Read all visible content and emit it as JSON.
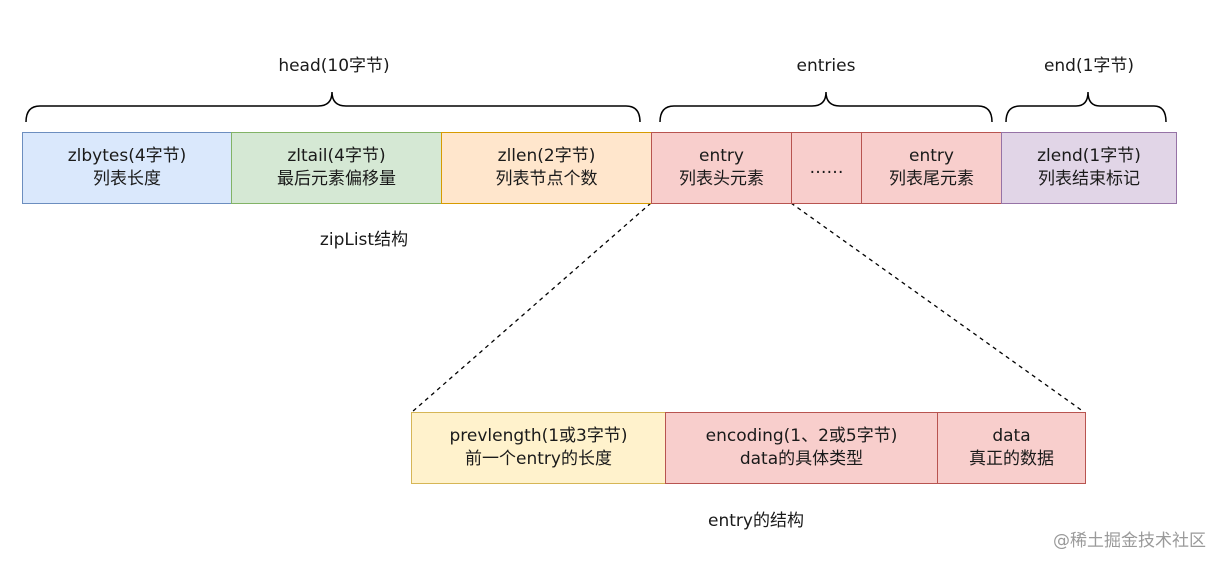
{
  "diagram": {
    "groups": {
      "head": "head(10字节)",
      "entries": "entries",
      "end": "end(1字节)"
    },
    "zipList": {
      "caption": "zipList结构",
      "cells": [
        {
          "line1": "zlbytes(4字节)",
          "line2": "列表长度",
          "fill": "#dae8fc",
          "stroke": "#6c8ebf"
        },
        {
          "line1": "zltail(4字节)",
          "line2": "最后元素偏移量",
          "fill": "#d5e8d4",
          "stroke": "#82b366"
        },
        {
          "line1": "zllen(2字节)",
          "line2": "列表节点个数",
          "fill": "#ffe6cc",
          "stroke": "#d79b00"
        },
        {
          "line1": "entry",
          "line2": "列表头元素",
          "fill": "#f8cecc",
          "stroke": "#b85450"
        },
        {
          "line1": "……",
          "line2": "",
          "fill": "#f8cecc",
          "stroke": "#b85450"
        },
        {
          "line1": "entry",
          "line2": "列表尾元素",
          "fill": "#f8cecc",
          "stroke": "#b85450"
        },
        {
          "line1": "zlend(1字节)",
          "line2": "列表结束标记",
          "fill": "#e1d5e7",
          "stroke": "#9673a6"
        }
      ]
    },
    "entry": {
      "caption": "entry的结构",
      "cells": [
        {
          "line1": "prevlength(1或3字节)",
          "line2": "前一个entry的长度",
          "fill": "#fff2cc",
          "stroke": "#d6b656"
        },
        {
          "line1": "encoding(1、2或5字节)",
          "line2": "data的具体类型",
          "fill": "#f8cecc",
          "stroke": "#b85450"
        },
        {
          "line1": "data",
          "line2": "真正的数据",
          "fill": "#f8cecc",
          "stroke": "#b85450"
        }
      ]
    },
    "watermark": "@稀土掘金技术社区"
  }
}
